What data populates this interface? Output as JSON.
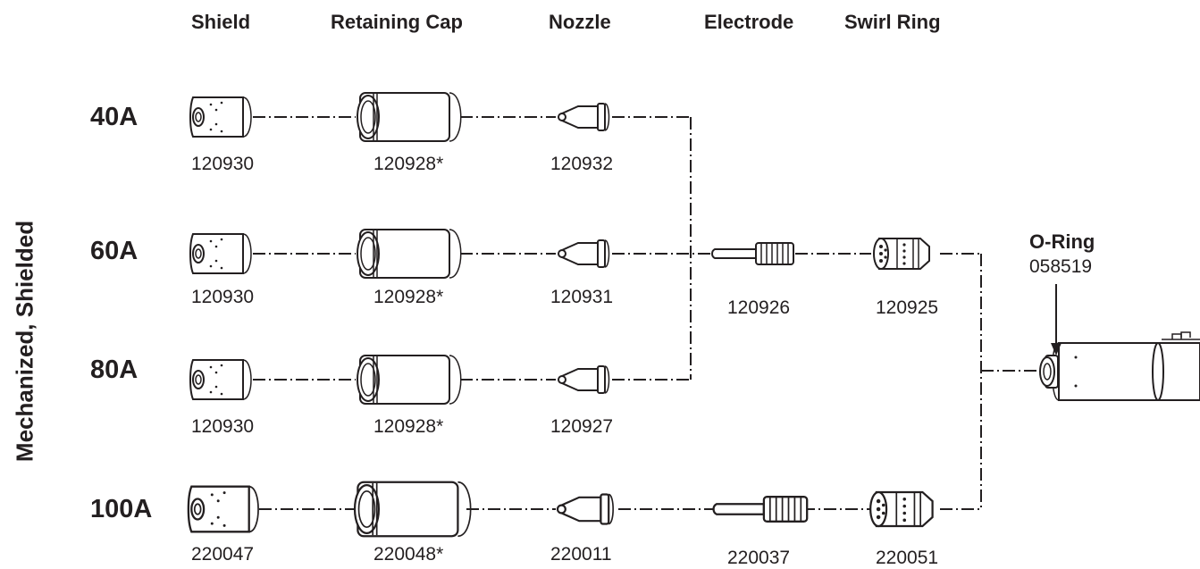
{
  "headers": {
    "shield": "Shield",
    "retaining_cap": "Retaining Cap",
    "nozzle": "Nozzle",
    "electrode": "Electrode",
    "swirl_ring": "Swirl Ring"
  },
  "process_label": "Mechanized, Shielded",
  "rows": [
    {
      "amperage": "40A",
      "shield": "120930",
      "retaining_cap": "120928*",
      "nozzle": "120932"
    },
    {
      "amperage": "60A",
      "shield": "120930",
      "retaining_cap": "120928*",
      "nozzle": "120931"
    },
    {
      "amperage": "80A",
      "shield": "120930",
      "retaining_cap": "120928*",
      "nozzle": "120927"
    },
    {
      "amperage": "100A",
      "shield": "220047",
      "retaining_cap": "220048*",
      "nozzle": "220011"
    }
  ],
  "shared_parts": {
    "electrode_std": "120926",
    "swirl_ring_std": "120925",
    "electrode_100a": "220037",
    "swirl_ring_100a": "220051"
  },
  "oring": {
    "label": "O-Ring",
    "part_number": "058519"
  }
}
